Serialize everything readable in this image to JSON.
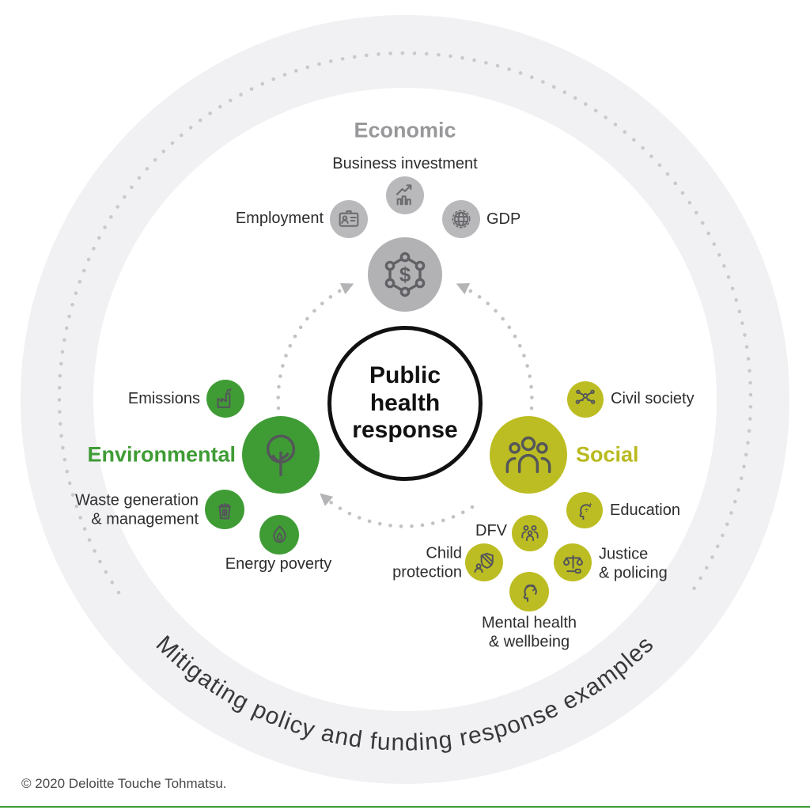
{
  "center": {
    "label": "Public health\nresponse"
  },
  "economic": {
    "title": "Economic",
    "color": "#a9a9ab",
    "hub_icon": "hexagon-dollar-icon",
    "satellites": [
      {
        "label": "Business investment",
        "icon": "chart-growth-icon"
      },
      {
        "label": "Employment",
        "icon": "id-badge-icon"
      },
      {
        "label": "GDP",
        "icon": "globe-icon"
      }
    ]
  },
  "environmental": {
    "title": "Environmental",
    "color": "#3f9c35",
    "hub_icon": "tree-icon",
    "satellites": [
      {
        "label": "Emissions",
        "icon": "factory-icon"
      },
      {
        "label": "Waste generation\n& management",
        "icon": "waste-bin-icon"
      },
      {
        "label": "Energy poverty",
        "icon": "flame-icon"
      }
    ]
  },
  "social": {
    "title": "Social",
    "color": "#bcbd22",
    "hub_icon": "people-group-icon",
    "satellites": [
      {
        "label": "Civil society",
        "icon": "network-people-icon"
      },
      {
        "label": "Education",
        "icon": "education-head-icon"
      },
      {
        "label": "DFV",
        "icon": "family-icon"
      },
      {
        "label": "Child\nprotection",
        "icon": "shield-person-icon"
      },
      {
        "label": "Justice\n& policing",
        "icon": "scales-icon"
      },
      {
        "label": "Mental health\n& wellbeing",
        "icon": "mind-head-icon"
      }
    ]
  },
  "arc_caption": "Mitigating policy and funding response examples",
  "footer": {
    "copyright": "© 2020 Deloitte Touche Tohmatsu."
  },
  "palette": {
    "ring": "#f1f1f4",
    "ring_dots": "#c9c9cc",
    "flow_dots": "#c2c2c4",
    "arrowhead": "#b4b4b6",
    "baseline_green": "#3e9b35"
  }
}
